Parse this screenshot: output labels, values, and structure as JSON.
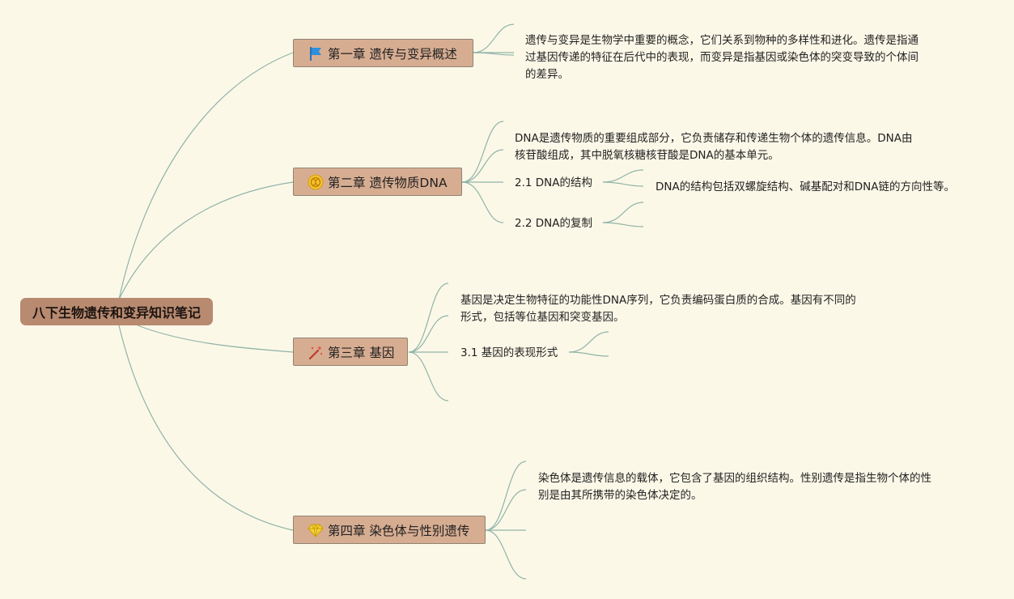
{
  "colors": {
    "background": "#fcf8e8",
    "root_fill": "#b88a70",
    "chapter_fill": "#d7ad92",
    "branch_line": "#8fb4a8"
  },
  "root": {
    "label": "八下生物遗传和变异知识笔记"
  },
  "chapters": [
    {
      "icon": "flag-icon",
      "label": "第一章 遗传与变异概述",
      "notes": [
        "遗传与变异是生物学中重要的概念，它们关系到物种的多样性和进化。遗传是指通过基因传递的特征在后代中的表现，而变异是指基因或染色体的突变导致的个体间的差异。"
      ]
    },
    {
      "icon": "dna-badge-icon",
      "label": "第二章 遗传物质DNA",
      "notes": [
        "DNA是遗传物质的重要组成部分，它负责储存和传递生物个体的遗传信息。DNA由核苷酸组成，其中脱氧核糖核苷酸是DNA的基本单元。"
      ],
      "sections": [
        {
          "label": "2.1 DNA的结构",
          "detail": "DNA的结构包括双螺旋结构、碱基配对和DNA链的方向性等。"
        },
        {
          "label": "2.2 DNA的复制",
          "detail": ""
        }
      ]
    },
    {
      "icon": "magic-wand-icon",
      "label": "第三章 基因",
      "notes": [
        "基因是决定生物特征的功能性DNA序列，它负责编码蛋白质的合成。基因有不同的形式，包括等位基因和突变基因。"
      ],
      "sections": [
        {
          "label": "3.1 基因的表现形式",
          "detail": ""
        }
      ]
    },
    {
      "icon": "diamond-icon",
      "label": "第四章 染色体与性别遗传",
      "notes": [
        "染色体是遗传信息的载体，它包含了基因的组织结构。性别遗传是指生物个体的性别是由其所携带的染色体决定的。"
      ]
    }
  ]
}
